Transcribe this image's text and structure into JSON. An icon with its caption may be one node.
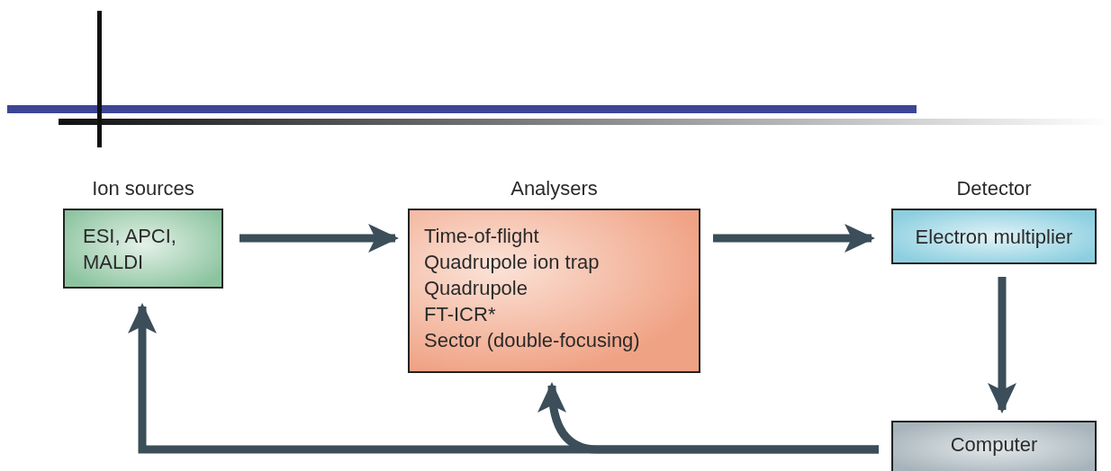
{
  "diagram": {
    "nodes": [
      {
        "text": [
          "Ion sources",
          "ESI, APCI, MALDI"
        ]
      },
      {
        "text": [
          "Analysers",
          "Time-of-flight",
          "Quadrupole ion trap",
          "Quadrupole",
          "FT-ICR*",
          "Sector (double-focusing)"
        ]
      },
      {
        "text": [
          "Detector",
          "Electron multiplier"
        ]
      },
      {
        "text": [
          "Computer"
        ]
      }
    ],
    "edges": [
      {
        "from": 0,
        "to": 1,
        "arrow": "to"
      },
      {
        "from": 1,
        "to": 2,
        "arrow": "to"
      },
      {
        "from": 2,
        "to": 3,
        "arrow": "to"
      },
      {
        "from": 3,
        "to": 0,
        "arrow": "to"
      },
      {
        "from": 3,
        "to": 1,
        "arrow": "to"
      }
    ]
  }
}
